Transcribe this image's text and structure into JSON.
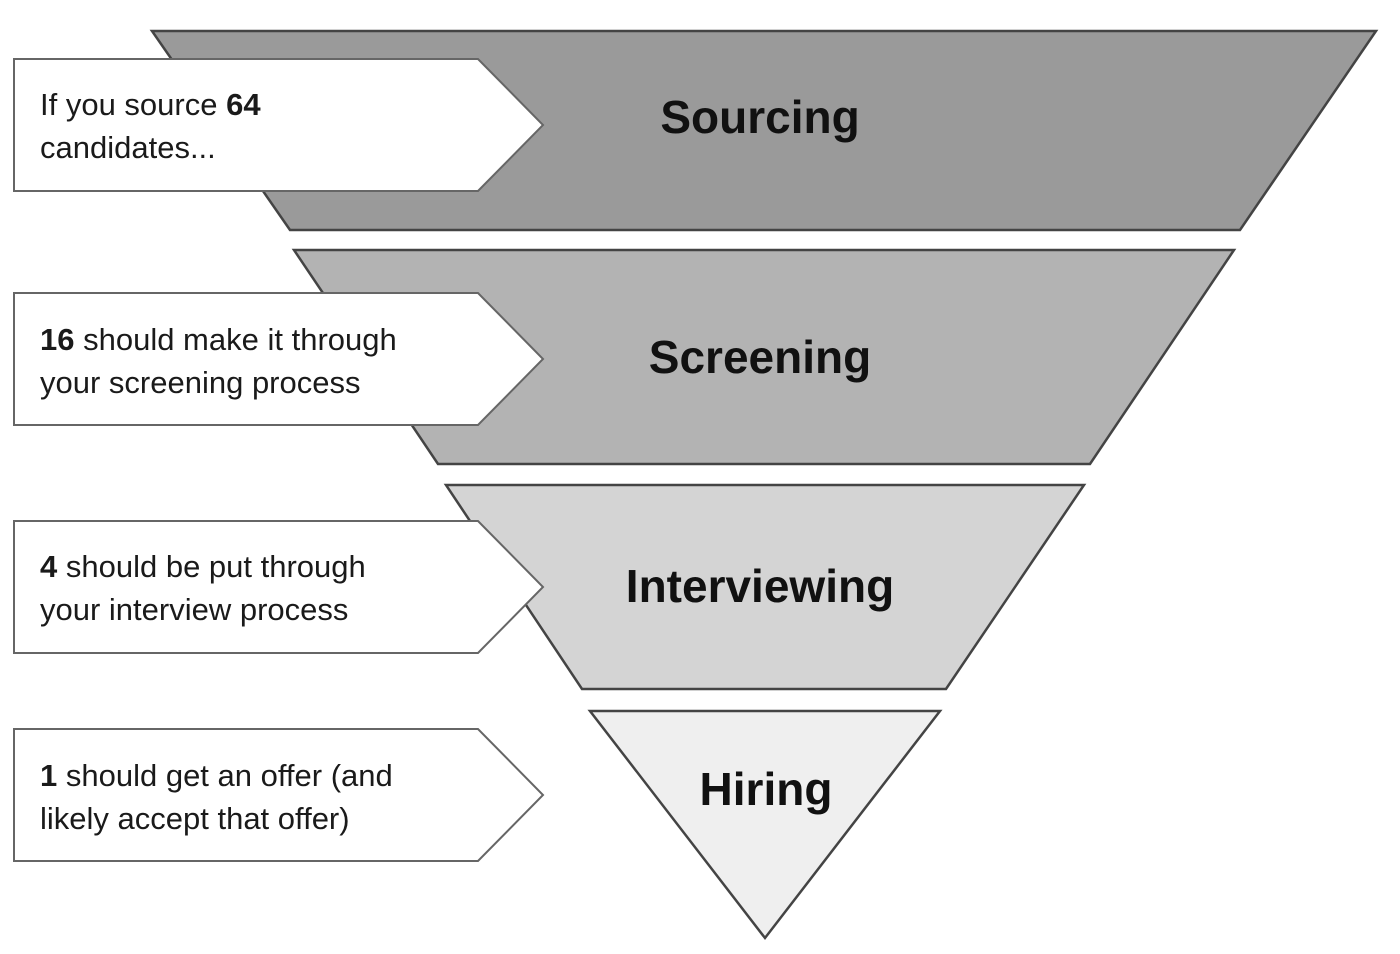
{
  "stages": [
    {
      "title": "Sourcing",
      "fill": "#9a9a9a",
      "callout": {
        "line1_bold": "",
        "line1": "If you source ",
        "line1_bold_after": "64",
        "line2": "candidates..."
      }
    },
    {
      "title": "Screening",
      "fill": "#b3b3b3",
      "callout": {
        "line1_bold": "16",
        "line1": " should make it through",
        "line1_bold_after": "",
        "line2": "your screening process"
      }
    },
    {
      "title": "Interviewing",
      "fill": "#d4d4d4",
      "callout": {
        "line1_bold": "4",
        "line1": " should be put through",
        "line1_bold_after": "",
        "line2": "your interview process"
      }
    },
    {
      "title": "Hiring",
      "fill": "#efefef",
      "callout": {
        "line1_bold": "1",
        "line1": " should get an offer (and",
        "line1_bold_after": "",
        "line2": "likely accept that offer)"
      }
    }
  ],
  "colors": {
    "stroke": "#444444",
    "callout_fill": "#ffffff",
    "callout_stroke": "#666666",
    "text": "#1a1a1a"
  }
}
